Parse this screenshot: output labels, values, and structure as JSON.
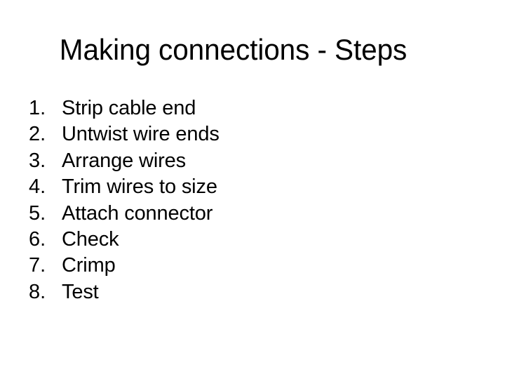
{
  "slide": {
    "background_color": "#ffffff",
    "text_color": "#000000",
    "title": "Making connections - Steps",
    "list": {
      "type": "ordered-decimal",
      "items": [
        {
          "number": "1.",
          "label": "Strip cable end"
        },
        {
          "number": "2.",
          "label": "Untwist wire ends"
        },
        {
          "number": "3.",
          "label": "Arrange wires"
        },
        {
          "number": "4.",
          "label": "Trim wires to size"
        },
        {
          "number": "5.",
          "label": "Attach connector"
        },
        {
          "number": "6.",
          "label": "Check"
        },
        {
          "number": "7.",
          "label": "Crimp"
        },
        {
          "number": "8.",
          "label": "Test"
        }
      ]
    }
  }
}
